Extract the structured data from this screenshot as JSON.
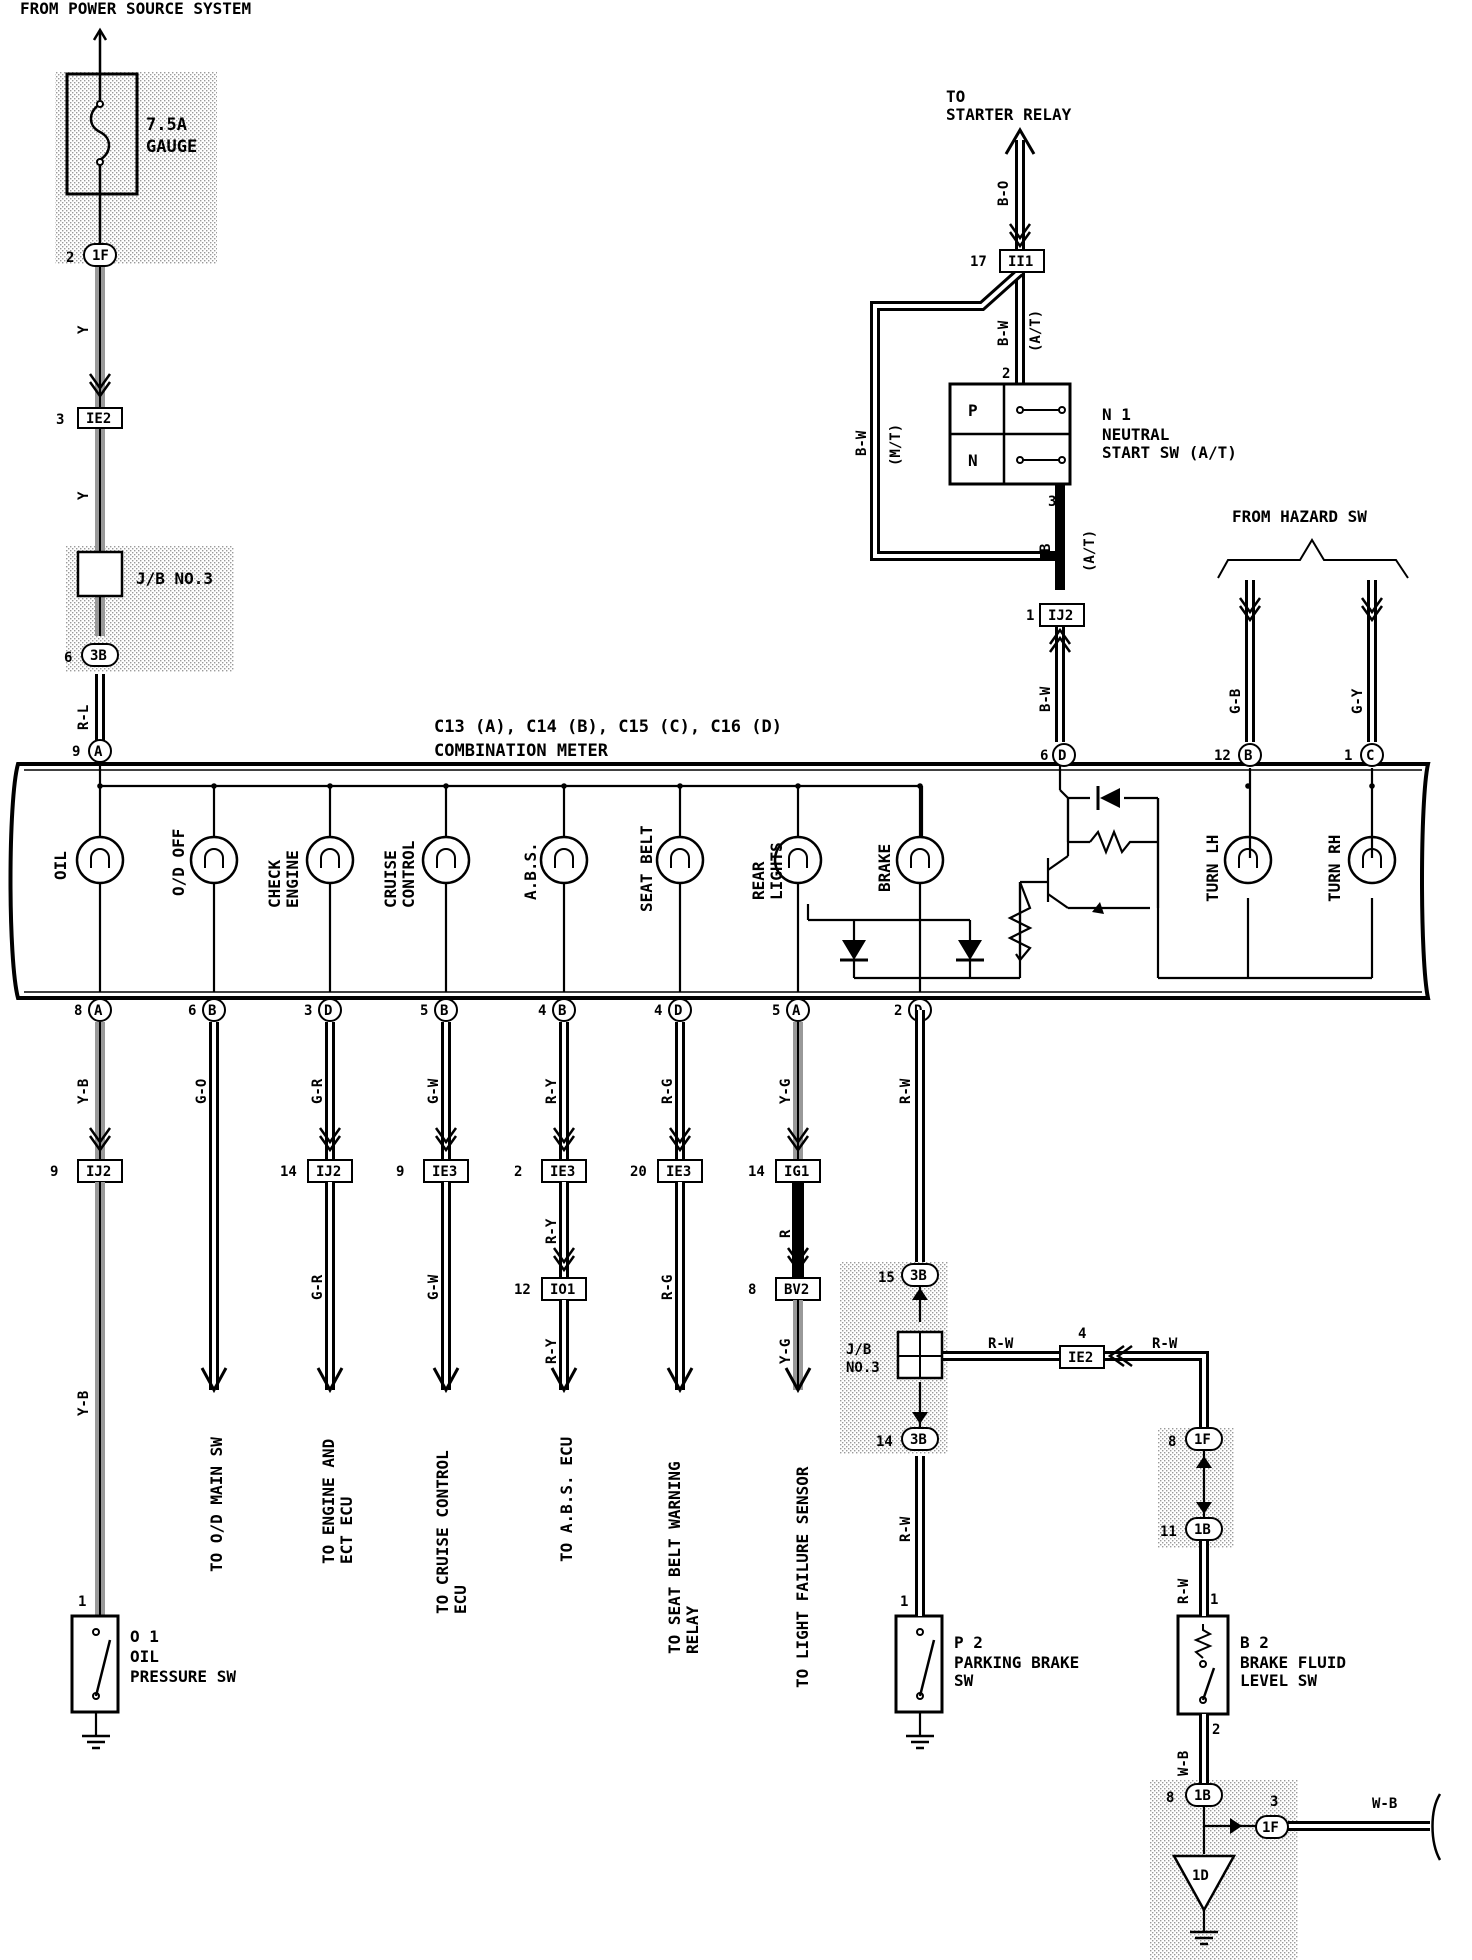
{
  "header": {
    "source": "FROM POWER SOURCE SYSTEM"
  },
  "fuse": {
    "rating": "7.5A",
    "name": "GAUGE"
  },
  "jb_top": "J/B NO.3",
  "meter": {
    "title": "COMBINATION METER",
    "connectors": "C13 (A), C14 (B), C15 (C), C16 (D)"
  },
  "starter": {
    "line1": "TO",
    "line2": "STARTER RELAY"
  },
  "neutral_sw": {
    "id": "N 1",
    "line1": "NEUTRAL",
    "line2": "START SW (A/T)",
    "p": "P",
    "n": "N"
  },
  "hazard": "FROM HAZARD SW",
  "jb_mid": {
    "line1": "J/B",
    "line2": "NO.3"
  },
  "oil_sw": {
    "id": "O 1",
    "line1": "OIL",
    "line2": "PRESSURE SW"
  },
  "park_sw": {
    "id": "P 2",
    "line1": "PARKING BRAKE",
    "line2": "SW"
  },
  "fluid_sw": {
    "id": "B 2",
    "line1": "BRAKE FLUID",
    "line2": "LEVEL SW"
  },
  "lamps": {
    "oil": "OIL",
    "od": "O/D OFF",
    "check1": "CHECK",
    "check2": "ENGINE",
    "cruise1": "CRUISE",
    "cruise2": "CONTROL",
    "abs": "A.B.S.",
    "belt": "SEAT BELT",
    "rear1": "REAR",
    "rear2": "LIGHTS",
    "brake": "BRAKE",
    "tlh": "TURN LH",
    "trh": "TURN RH"
  },
  "dest": {
    "od_main": "TO O/D MAIN SW",
    "engine1": "TO ENGINE AND",
    "engine2": "ECT ECU",
    "cruise1": "TO CRUISE CONTROL",
    "cruise2": "ECU",
    "abs": "TO A.B.S. ECU",
    "belt1": "TO SEAT BELT WARNING",
    "belt2": "RELAY",
    "light": "TO LIGHT FAILURE SENSOR"
  },
  "wires": {
    "y": "Y",
    "rl": "R-L",
    "yb": "Y-B",
    "go": "G-O",
    "gr": "G-R",
    "gw": "G-W",
    "ry": "R-Y",
    "rg": "R-G",
    "yg": "Y-G",
    "r": "R",
    "rw": "R-W",
    "bo": "B-O",
    "bw": "B-W",
    "b": "B",
    "at": "(A/T)",
    "mt": "(M/T)",
    "gb": "G-B",
    "gyw": "G-Y",
    "wb": "W-B"
  },
  "connectors": {
    "c1F": "1F",
    "cIE2": "IE2",
    "c3B": "3B",
    "cIJ2": "IJ2",
    "cIE3": "IE3",
    "cIO1": "IO1",
    "cIG1": "IG1",
    "cBV2": "BV2",
    "cII1": "II1",
    "c1B": "1B",
    "c1D": "1D",
    "pA": "A",
    "pB": "B",
    "pC": "C",
    "pD": "D"
  },
  "pins": {
    "p2": "2",
    "p3": "3",
    "p6": "6",
    "p9": "9",
    "p8": "8",
    "p5": "5",
    "p4": "4",
    "p14": "14",
    "p20": "20",
    "p12": "12",
    "p15": "15",
    "p11": "11",
    "p17": "17",
    "p1": "1"
  }
}
